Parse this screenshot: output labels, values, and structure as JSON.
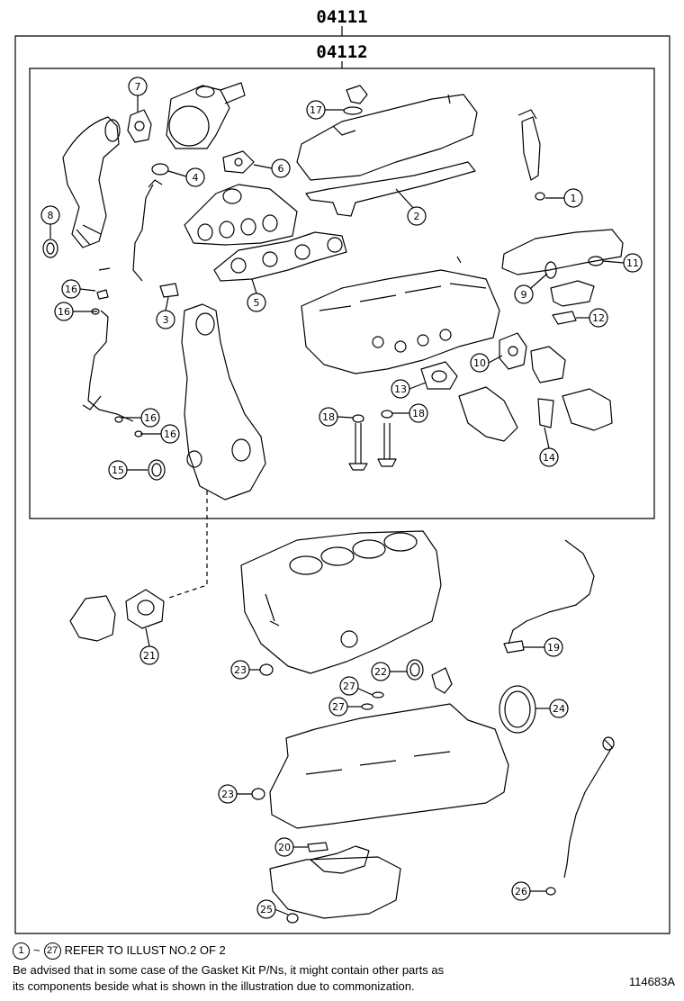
{
  "diagram": {
    "outer_code": "04111",
    "inner_code": "04112",
    "callouts": [
      "7",
      "17",
      "1",
      "2",
      "4",
      "6",
      "8",
      "11",
      "16",
      "16",
      "9",
      "12",
      "3",
      "5",
      "10",
      "13",
      "18",
      "18",
      "14",
      "16",
      "16",
      "15",
      "21",
      "19",
      "23",
      "22",
      "27",
      "27",
      "24",
      "23",
      "20",
      "26",
      "25"
    ],
    "figure_id": "114683A"
  },
  "footer": {
    "ref_start": "1",
    "ref_tilde": "~",
    "ref_end": "27",
    "ref_text": "REFER TO ILLUST NO.2 OF 2",
    "advice_line1": "Be advised that in some case of the Gasket Kit P/Ns,  it might contain other parts as",
    "advice_line2": "its components beside what is shown in the illustration due to commonization."
  }
}
